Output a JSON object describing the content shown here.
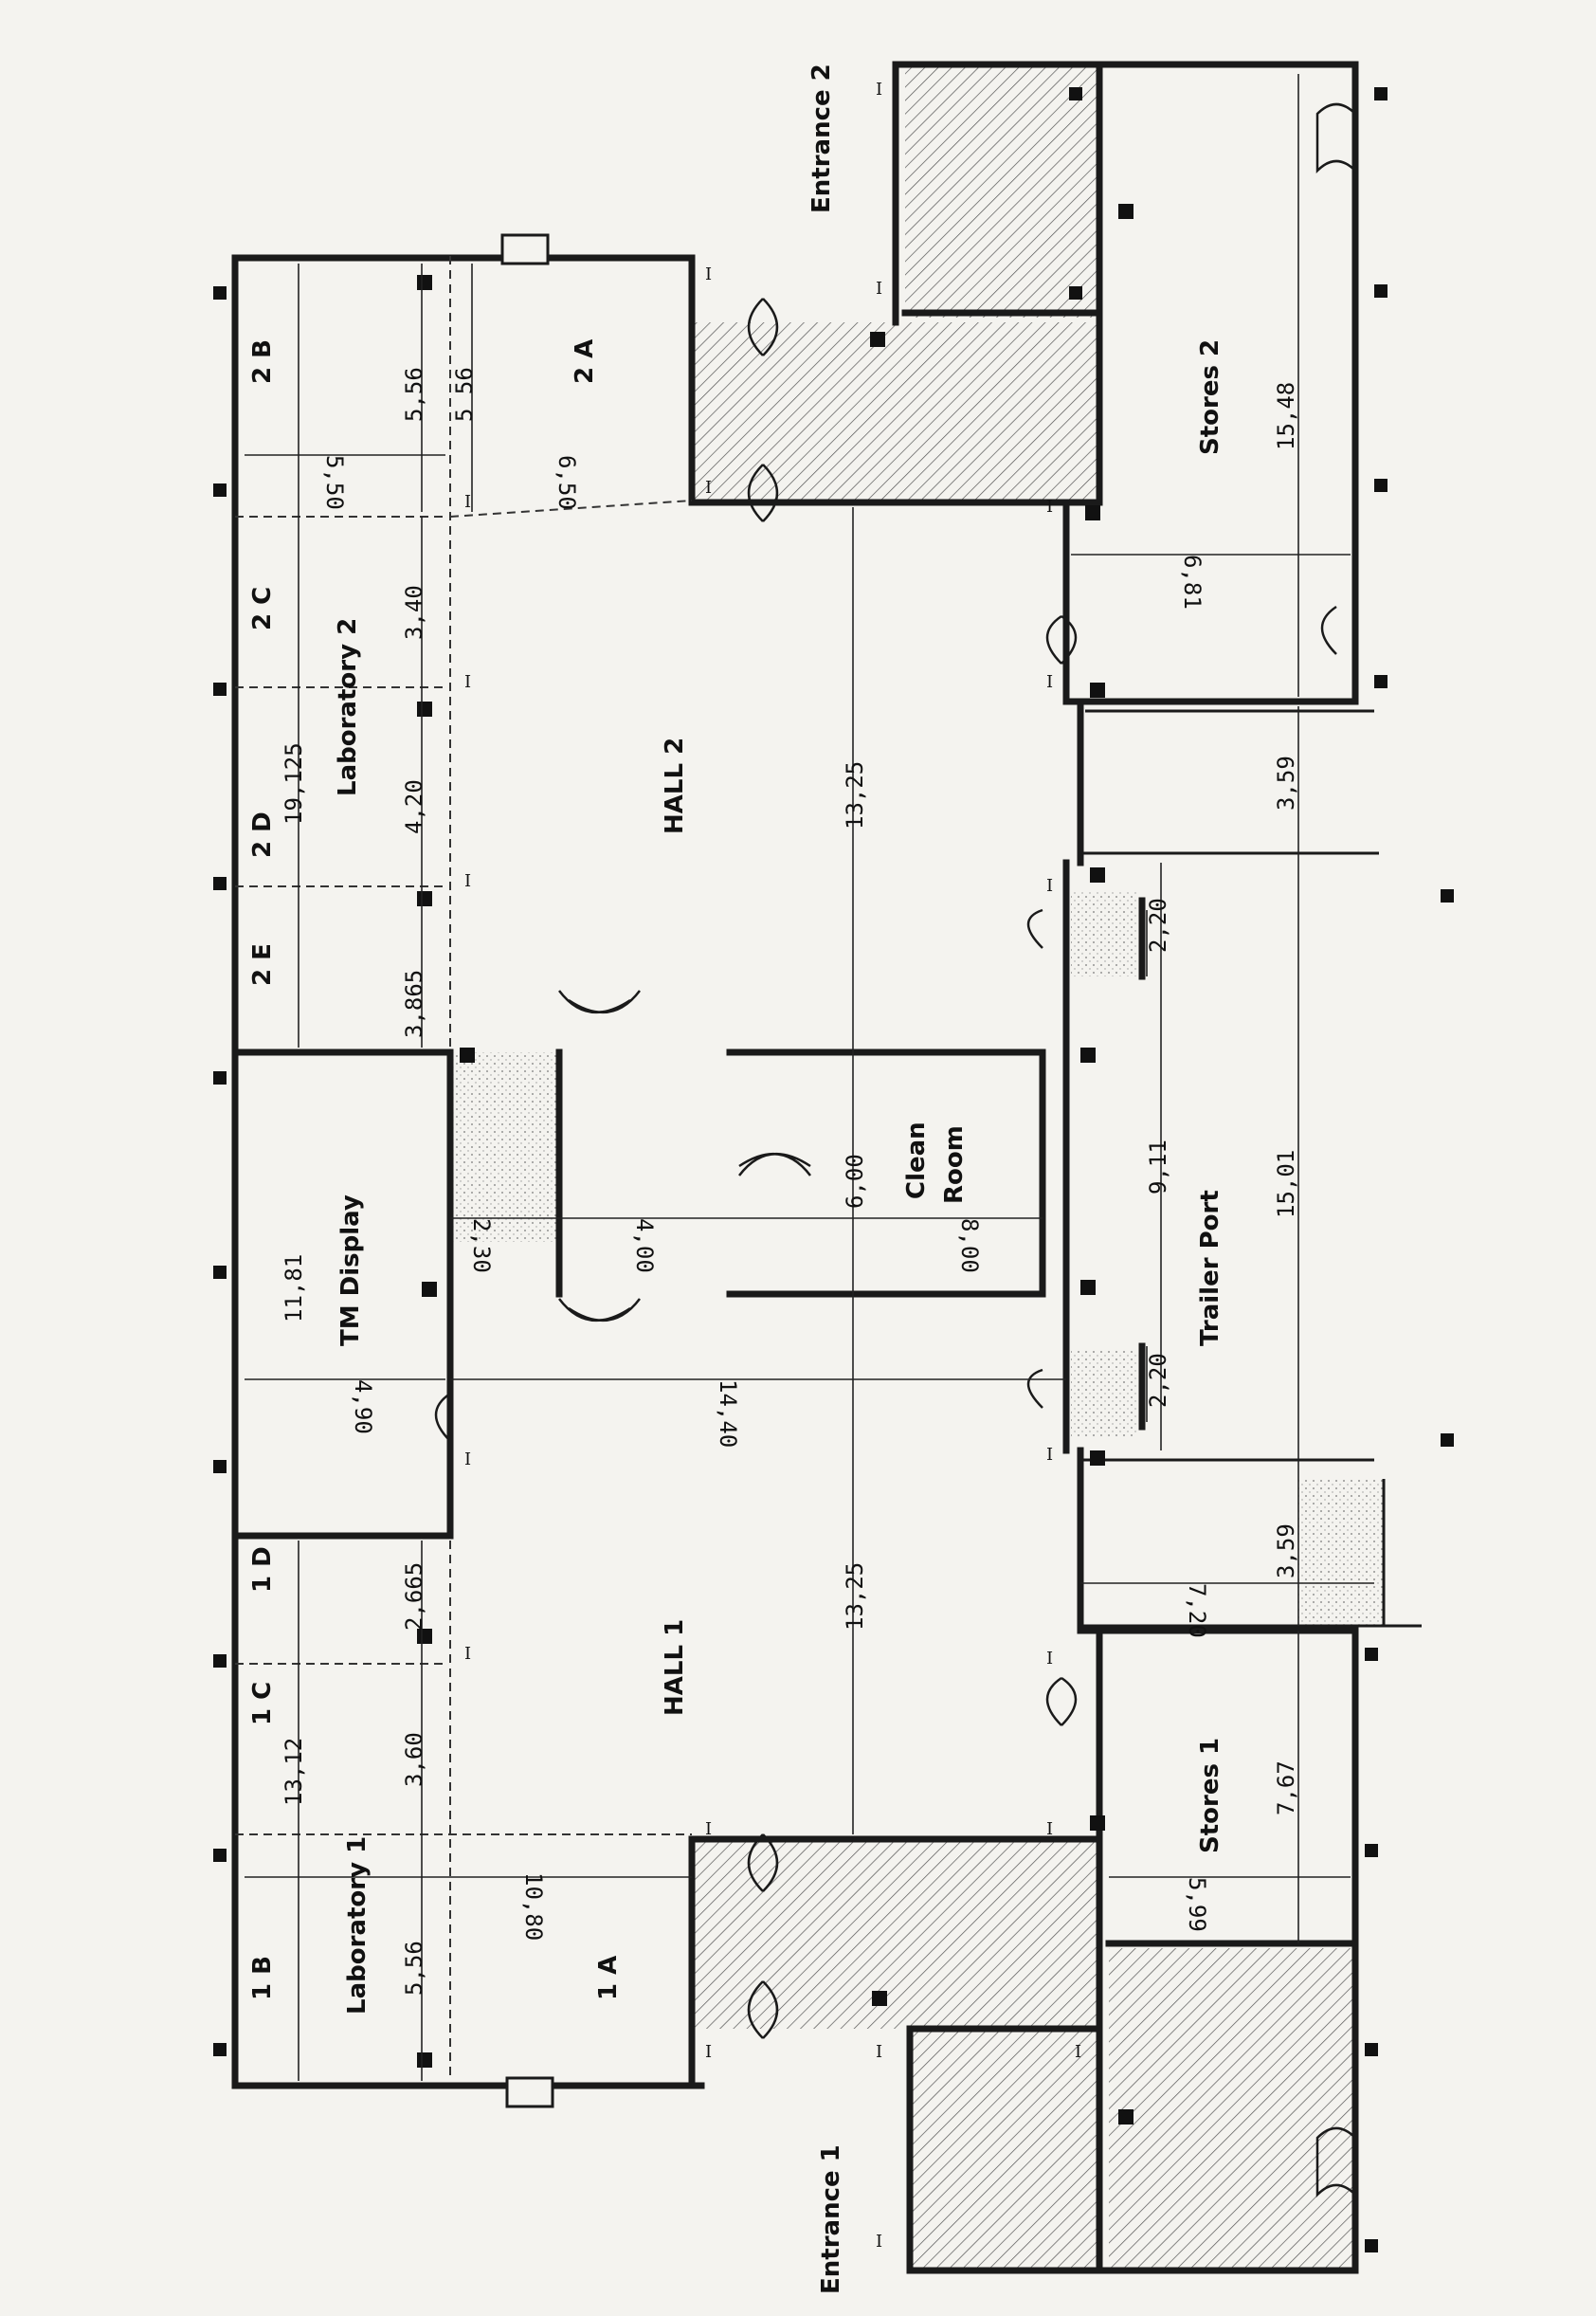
{
  "rooms": {
    "entrance_1": "Entrance 1",
    "entrance_2": "Entrance 2",
    "laboratory_1": "Laboratory 1",
    "laboratory_2": "Laboratory 2",
    "tm_display": "TM Display",
    "hall_1": "HALL 1",
    "hall_2": "HALL 2",
    "clean_room_l1": "Clean",
    "clean_room_l2": "Room",
    "stores_1": "Stores 1",
    "stores_2": "Stores 2",
    "trailer_port": "Trailer Port",
    "r1a": "1 A",
    "r1b": "1 B",
    "r1c": "1 C",
    "r1d": "1 D",
    "r2a": "2 A",
    "r2b": "2 B",
    "r2c": "2 C",
    "r2d": "2 D",
    "r2e": "2 E"
  },
  "dimensions": {
    "d_5_56_a": "5,56",
    "d_13_12": "13,12",
    "d_10_80": "10,80",
    "d_3_60": "3,60",
    "d_2_665": "2,665",
    "d_13_25_a": "13,25",
    "d_11_81": "11,81",
    "d_4_90": "4,90",
    "d_14_40": "14,40",
    "d_2_30": "2,30",
    "d_4_00": "4,00",
    "d_6_00": "6,00",
    "d_8_00": "8,00",
    "d_3_865": "3,865",
    "d_19_125": "19,125",
    "d_4_20": "4,20",
    "d_3_40": "3,40",
    "d_5_56_b": "5,56",
    "d_5_56_c": "5 56",
    "d_5_50": "5,50",
    "d_6_50": "6,50",
    "d_13_25_b": "13,25",
    "d_15_48": "15,48",
    "d_6_81": "6,81",
    "d_3_59_a": "3,59",
    "d_2_20_a": "2,20",
    "d_9_11": "9,11",
    "d_15_01": "15,01",
    "d_2_20_b": "2,20",
    "d_3_59_b": "3,59",
    "d_7_20": "7,20",
    "d_7_67": "7,67",
    "d_5_99": "5,99"
  },
  "markers": {
    "i": "I"
  },
  "colors": {
    "wall": "#1a1a1a",
    "paper": "#f4f3ef",
    "hatch": "#555555"
  }
}
